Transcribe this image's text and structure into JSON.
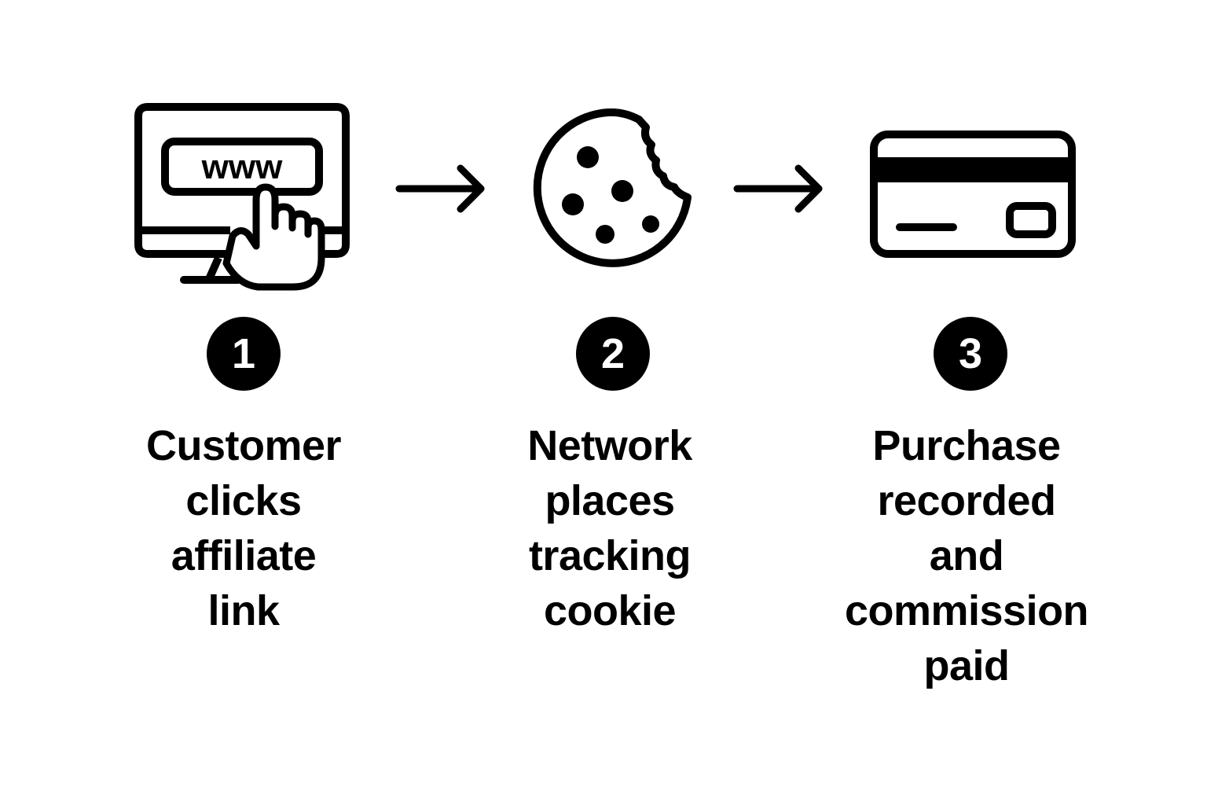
{
  "colors": {
    "ink": "#000000",
    "background": "#ffffff"
  },
  "steps": [
    {
      "number": "1",
      "icon": "computer-click-icon",
      "www_text": "www",
      "lines": [
        "Customer",
        "clicks",
        "affiliate",
        "link"
      ]
    },
    {
      "number": "2",
      "icon": "cookie-icon",
      "lines": [
        "Network",
        "places",
        "tracking",
        "cookie"
      ]
    },
    {
      "number": "3",
      "icon": "credit-card-icon",
      "lines": [
        "Purchase",
        "recorded",
        "and",
        "commission",
        "paid"
      ]
    }
  ],
  "connectors": [
    "arrow-right-icon",
    "arrow-right-icon"
  ]
}
